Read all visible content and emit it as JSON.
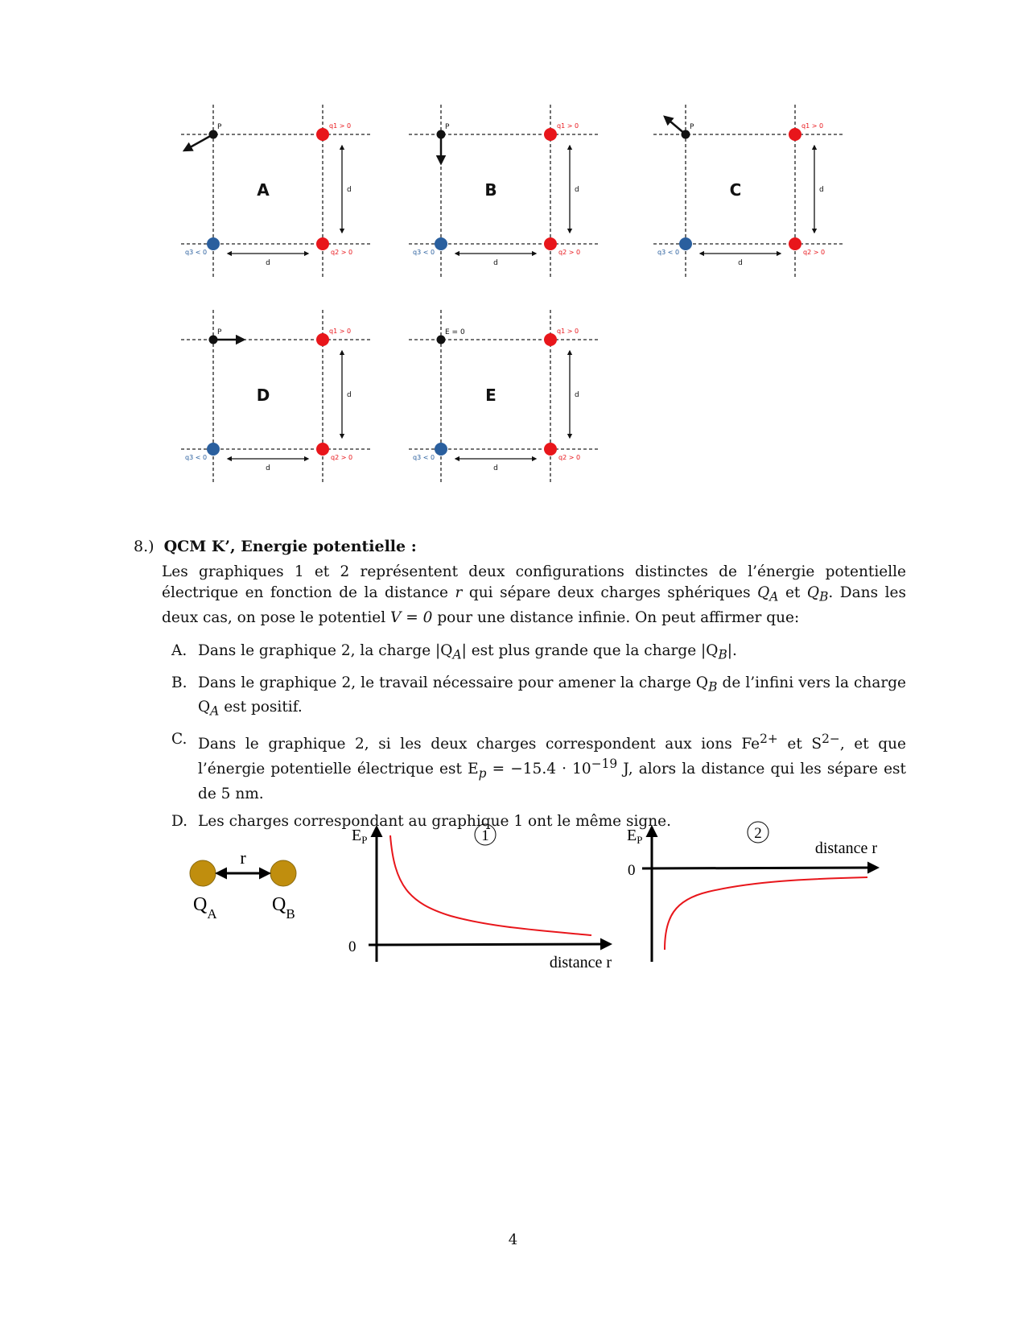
{
  "diagrams": [
    {
      "letter": "A",
      "p_label": "P",
      "q1_label": "q1 > 0",
      "q2_label": "q2 > 0",
      "q3_label": "q3 < 0",
      "d_label": "d",
      "arrow": "down-left"
    },
    {
      "letter": "B",
      "p_label": "P",
      "q1_label": "q1 > 0",
      "q2_label": "q2 > 0",
      "q3_label": "q3 < 0",
      "d_label": "d",
      "arrow": "down"
    },
    {
      "letter": "C",
      "p_label": "P",
      "q1_label": "q1 > 0",
      "q2_label": "q2 > 0",
      "q3_label": "q3 < 0",
      "d_label": "d",
      "arrow": "up-left"
    },
    {
      "letter": "D",
      "p_label": "P",
      "q1_label": "q1 > 0",
      "q2_label": "q2 > 0",
      "q3_label": "q3 < 0",
      "d_label": "d",
      "arrow": "right"
    },
    {
      "letter": "E",
      "p_label": "E = 0",
      "q1_label": "q1 > 0",
      "q2_label": "q2 > 0",
      "q3_label": "q3 < 0",
      "d_label": "d",
      "arrow": "none"
    }
  ],
  "colors": {
    "positive": "#e8161b",
    "negative": "#2a5f9e",
    "point": "#111111",
    "curve": "#e8161b",
    "sphere": "#c08e0e"
  },
  "question": {
    "number": "8.)",
    "title": "QCM K’, Energie potentielle :",
    "intro_1": "Les graphiques 1 et 2 représentent deux configurations distinctes de l’énergie potentielle électrique en fonction de la distance ",
    "intro_r": "r",
    "intro_2": " qui sépare deux charges sphériques ",
    "intro_qa": "Q",
    "intro_qa_sub": "A",
    "intro_3": " et ",
    "intro_qb": "Q",
    "intro_qb_sub": "B",
    "intro_4": ". Dans les deux cas, on pose le potentiel ",
    "intro_v": "V = 0",
    "intro_5": " pour une distance infinie. On peut affirmer que:",
    "options": [
      {
        "letter": "A.",
        "p1": "Dans le graphique 2, la charge |Q",
        "s1": "A",
        "p2": "| est plus grande que la charge |Q",
        "s2": "B",
        "p3": "|."
      },
      {
        "letter": "B.",
        "p1": "Dans le graphique 2, le travail nécessaire pour amener la charge Q",
        "s1": "B",
        "p2": " de l’infini vers la charge Q",
        "s2": "A",
        "p3": " est positif."
      },
      {
        "letter": "C.",
        "p1": "Dans le graphique 2, si les deux charges correspondent aux ions Fe",
        "sup1": "2+",
        "p2": " et S",
        "sup2": "2−",
        "p3": ", et que l’énergie potentielle électrique est E",
        "sub3": "p",
        "p4": " = −15.4 · 10",
        "sup4": "−19",
        "p5": " J, alors la distance qui les sépare est de 5 nm."
      },
      {
        "letter": "D.",
        "text": "Les charges correspondant au graphique 1 ont le même signe."
      }
    ]
  },
  "spheres": {
    "r_label": "r",
    "qa_main": "Q",
    "qa_sub": "A",
    "qb_main": "Q",
    "qb_sub": "B"
  },
  "graph1": {
    "number": "1",
    "y_label": "E",
    "y_sub": "P",
    "zero": "0",
    "x_label": "distance r"
  },
  "graph2": {
    "number": "2",
    "y_label": "E",
    "y_sub": "P",
    "zero": "0",
    "x_label": "distance r"
  },
  "page_number": "4"
}
